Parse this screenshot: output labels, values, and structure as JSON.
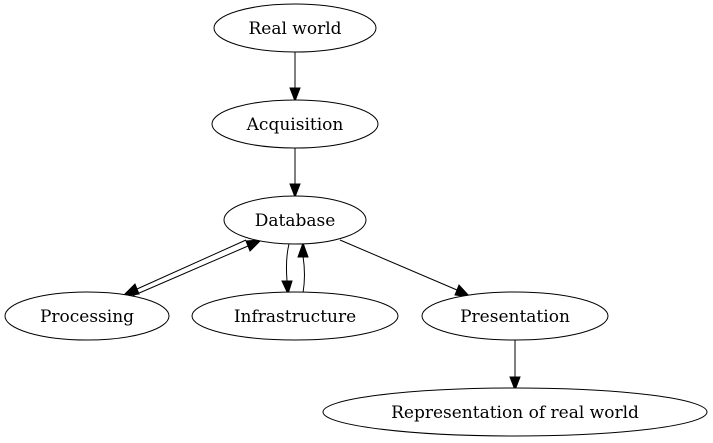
{
  "diagram": {
    "nodes": {
      "real_world": "Real world",
      "acquisition": "Acquisition",
      "database": "Database",
      "processing": "Processing",
      "infrastructure": "Infrastructure",
      "presentation": "Presentation",
      "representation": "Representation of real world"
    },
    "edges": [
      {
        "from": "Real world",
        "to": "Acquisition"
      },
      {
        "from": "Acquisition",
        "to": "Database"
      },
      {
        "from": "Database",
        "to": "Processing"
      },
      {
        "from": "Processing",
        "to": "Database"
      },
      {
        "from": "Database",
        "to": "Infrastructure"
      },
      {
        "from": "Infrastructure",
        "to": "Database"
      },
      {
        "from": "Database",
        "to": "Presentation"
      },
      {
        "from": "Presentation",
        "to": "Representation of real world"
      }
    ],
    "colors": {
      "stroke": "#000000",
      "fill": "#ffffff"
    }
  }
}
